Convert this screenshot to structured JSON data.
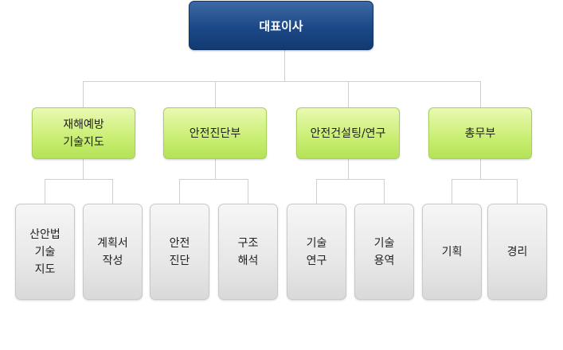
{
  "ceo": {
    "label": "대표이사"
  },
  "departments": [
    {
      "label": "재해예방\n기술지도",
      "teams": [
        {
          "label": "산안법\n기술\n지도"
        },
        {
          "label": "계획서\n작성"
        }
      ]
    },
    {
      "label": "안전진단부",
      "teams": [
        {
          "label": "안전\n진단"
        },
        {
          "label": "구조\n해석"
        }
      ]
    },
    {
      "label": "안전건설팅/연구",
      "teams": [
        {
          "label": "기술\n연구"
        },
        {
          "label": "기술\n용역"
        }
      ]
    },
    {
      "label": "총무부",
      "teams": [
        {
          "label": "기획"
        },
        {
          "label": "경리"
        }
      ]
    }
  ],
  "colors": {
    "ceo_fill": "#1b4886",
    "dept_fill": "#c9ee72",
    "team_fill": "#e6e6e6",
    "connector": "#cfcfcf"
  }
}
